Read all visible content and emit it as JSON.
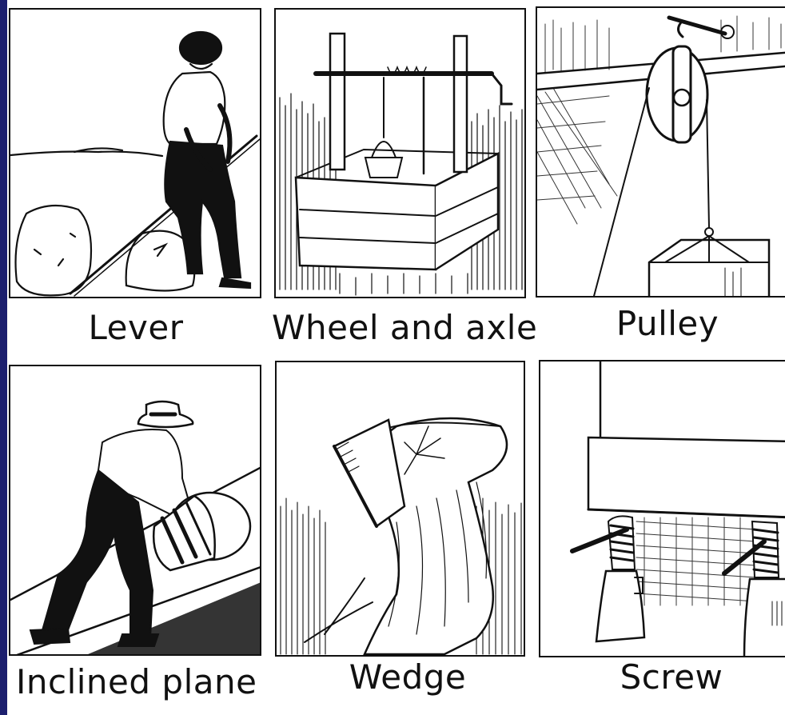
{
  "colors": {
    "frame": "#1c1f6e",
    "ink": "#111111",
    "paper": "#ffffff"
  },
  "panels": [
    {
      "caption": "Lever"
    },
    {
      "caption": "Wheel and axle"
    },
    {
      "caption": "Pulley"
    },
    {
      "caption": "Inclined plane"
    },
    {
      "caption": "Wedge"
    },
    {
      "caption": "Screw"
    }
  ]
}
